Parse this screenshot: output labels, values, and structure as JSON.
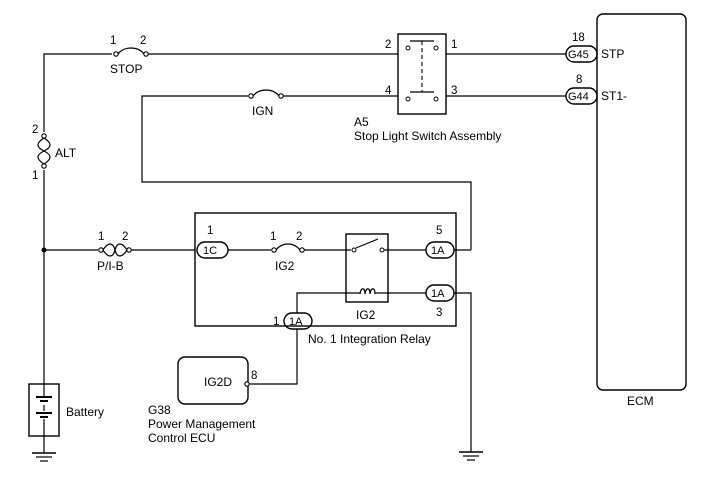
{
  "fuses": {
    "stop": {
      "label": "STOP",
      "pin_left": "1",
      "pin_right": "2"
    },
    "ign": {
      "label": "IGN"
    },
    "alt": {
      "label": "ALT",
      "pin_top": "2",
      "pin_bottom": "1"
    },
    "pib": {
      "label": "P/I-B",
      "pin_left": "1",
      "pin_right": "2"
    }
  },
  "stop_switch": {
    "id": "A5",
    "name": "Stop Light Switch Assembly",
    "pin_tl": "2",
    "pin_tr": "1",
    "pin_bl": "4",
    "pin_br": "3"
  },
  "ecm": {
    "label": "ECM",
    "stp": {
      "pin": "18",
      "connector": "G45",
      "signal": "STP"
    },
    "st1": {
      "pin": "8",
      "connector": "G44",
      "signal": "ST1-"
    }
  },
  "relay": {
    "name": "No. 1 Integration Relay",
    "conn_1c": "1C",
    "pin_1c": "1",
    "fuse_label": "IG2",
    "fuse_pin_left": "1",
    "fuse_pin_right": "2",
    "relay_label": "IG2",
    "conn_out": "1A",
    "pin_out": "5",
    "conn_coil_r": "1A",
    "pin_coil_r": "3",
    "conn_coil_l": "1A",
    "pin_coil_l": "1"
  },
  "pm_ecu": {
    "id": "G38",
    "name_line1": "Power Management",
    "name_line2": "Control ECU",
    "terminal": "IG2D",
    "pin": "8"
  },
  "battery": {
    "label": "Battery"
  }
}
